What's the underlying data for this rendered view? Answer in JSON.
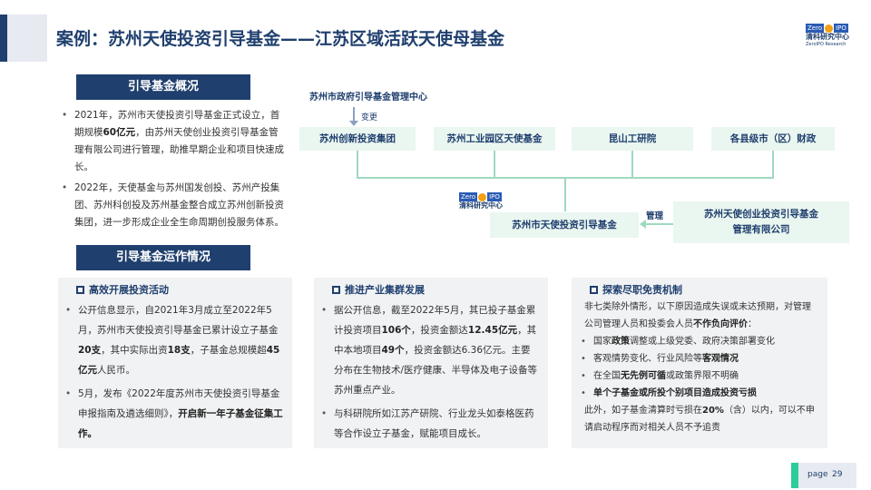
{
  "header": {
    "title": "案例：苏州天使投资引导基金——江苏区域活跃天使母基金"
  },
  "logo": {
    "brand_left": "Zero",
    "brand_right": "IPO",
    "name_cn": "清科研究中心",
    "name_en": "ZeroIPO Research"
  },
  "overview": {
    "tag": "引导基金概况",
    "bullets": [
      {
        "pre": "2021年，苏州市天使投资引导基金正式设立，首期规模",
        "em": "60亿元",
        "post": "，由苏州天使创业投资引导基金管理有限公司进行管理，助推早期企业和项目快速成长。"
      },
      {
        "pre": "2022年，天使基金与苏州国发创投、苏州产投集团、苏州科创投及苏州基金整合成立苏州创新投资集团，进一步形成企业全生命周期创投服务体系。",
        "em": "",
        "post": ""
      }
    ]
  },
  "org": {
    "top_node": "苏州市政府引导基金管理中心",
    "change_label": "变更",
    "row_nodes": [
      "苏州创新投资集团",
      "苏州工业园区天使基金",
      "昆山工研院",
      "各县级市（区）财政"
    ],
    "center_node": "苏州市天使投资引导基金",
    "manage_label": "管理",
    "manager_node_line1": "苏州天使创业投资引导基金",
    "manager_node_line2": "管理有限公司",
    "watermark_brand_left": "Zero",
    "watermark_brand_right": "IPO",
    "watermark_cn": "清科研究中心"
  },
  "operation": {
    "tag": "引导基金运作情况",
    "cards": [
      {
        "title": "高效开展投资活动",
        "items": [
          {
            "pre": "公开信息显示，自2021年3月成立至2022年5月，苏州市天使投资引导基金已累计设立子基金",
            "em1": "20支",
            "mid": "，其中实际出资",
            "em2": "18支",
            "post": "，子基金总规模超",
            "em3": "45亿元",
            "tail": "人民币。"
          },
          {
            "pre": "5月，发布《2022年度苏州市天使投资引导基金申报指南及遴选细则》，",
            "em1": "开启新一年子基金征集工作。",
            "mid": "",
            "em2": "",
            "post": "",
            "em3": "",
            "tail": ""
          }
        ]
      },
      {
        "title": "推进产业集群发展",
        "items": [
          {
            "pre": "据公开信息，截至2022年5月，其已投子基金累计投资项目",
            "em1": "106个",
            "mid": "，投资金额达",
            "em2": "12.45亿元",
            "post": "，其中本地项目",
            "em3": "49个",
            "tail": "，投资金额达6.36亿元。主要分布在生物技术/医疗健康、半导体及电子设备等苏州重点产业。"
          },
          {
            "pre": "与科研院所如江苏产研院、行业龙头如泰格医药等合作设立子基金，赋能项目成长。",
            "em1": "",
            "mid": "",
            "em2": "",
            "post": "",
            "em3": "",
            "tail": ""
          }
        ]
      },
      {
        "title": "探索尽职免责机制",
        "intro_pre": "非七类除外情形，以下原因造成失误或未达预期，对管理公司管理人员和投委会人员",
        "intro_em": "不作负向评价",
        "intro_post": "：",
        "items": [
          {
            "pre": "国家",
            "em1": "政策",
            "post": "调整或上级党委、政府决策部署变化"
          },
          {
            "pre": "客观情势变化、行业风险等",
            "em1": "客观情况",
            "post": ""
          },
          {
            "pre": "在全国",
            "em1": "无先例可循",
            "post": "或政策界限不明确"
          },
          {
            "pre": "",
            "em1": "单个子基金或所投个别项目造成投资亏损",
            "post": ""
          }
        ],
        "outro_pre": "此外，如子基金清算时亏损在",
        "outro_em": "20%",
        "outro_post": "（含）以内，可以不申请启动程序而对相关人员不予追责"
      }
    ]
  },
  "footer": {
    "page_label": "page",
    "page_number": "29"
  },
  "colors": {
    "navy": "#1f3f6e",
    "mint_box": "#eaf6f0",
    "mint_line": "#9fd9c0",
    "accent_green": "#2ecc9a",
    "card_bg": "#f1f2f4"
  }
}
